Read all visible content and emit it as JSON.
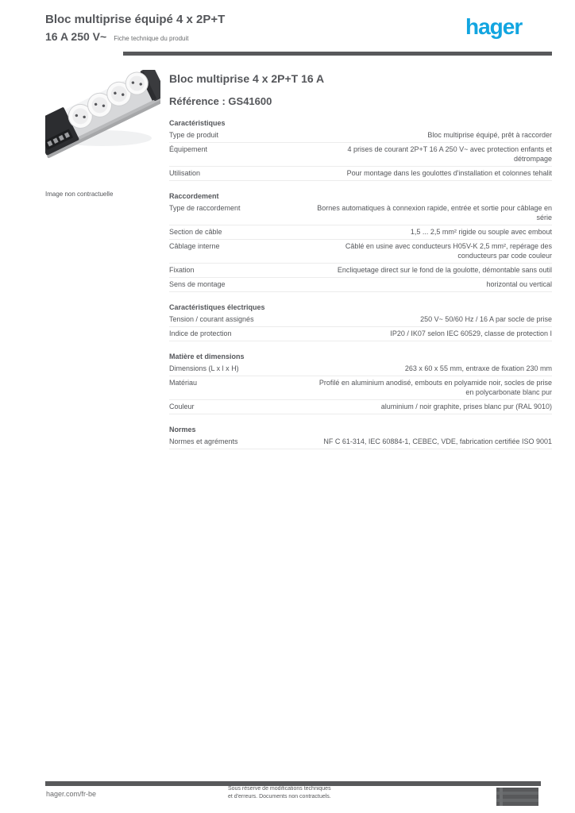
{
  "colors": {
    "brand_blue": "#12a5e0",
    "text_gray": "#54565a",
    "rule_gray": "#58595b"
  },
  "header": {
    "title_line1": "Bloc multiprise équipé 4 x 2P+T",
    "title_line2": "16 A 250 V~",
    "doc_type": "Fiche technique du produit",
    "logo_text": "hager"
  },
  "product_panel": {
    "image_caption": "Image non contractuelle"
  },
  "main": {
    "title": "Bloc multiprise 4 x 2P+T 16 A",
    "reference": "Référence : GS41600",
    "sections": [
      {
        "header": "Caractéristiques",
        "rows": [
          {
            "label": "Type de produit",
            "value": "Bloc multiprise équipé, prêt à raccorder"
          },
          {
            "label": "Équipement",
            "value": "4 prises de courant 2P+T 16 A 250 V~ avec protection enfants et détrompage"
          },
          {
            "label": "Utilisation",
            "value": "Pour montage dans les goulottes d'installation et colonnes tehalit"
          }
        ]
      },
      {
        "header": "Raccordement",
        "rows": [
          {
            "label": "Type de raccordement",
            "value": "Bornes automatiques à connexion rapide, entrée et sortie pour câblage en série"
          },
          {
            "label": "Section de câble",
            "value": "1,5 ... 2,5 mm² rigide ou souple avec embout"
          },
          {
            "label": "Câblage interne",
            "value": "Câblé en usine avec conducteurs H05V-K 2,5 mm², repérage des conducteurs par code couleur"
          },
          {
            "label": "Fixation",
            "value": "Encliquetage direct sur le fond de la goulotte, démontable sans outil"
          },
          {
            "label": "Sens de montage",
            "value": "horizontal ou vertical"
          }
        ]
      },
      {
        "header": "Caractéristiques électriques",
        "rows": [
          {
            "label": "Tension / courant assignés",
            "value": "250 V~ 50/60 Hz / 16 A par socle de prise"
          },
          {
            "label": "Indice de protection",
            "value": "IP20 / IK07 selon IEC 60529, classe de protection I"
          }
        ]
      },
      {
        "header": "Matière et dimensions",
        "rows": [
          {
            "label": "Dimensions (L x l x H)",
            "value": "263 x 60 x 55 mm, entraxe de fixation 230 mm"
          },
          {
            "label": "Matériau",
            "value": "Profilé en aluminium anodisé, embouts en polyamide noir, socles de prise en polycarbonate blanc pur"
          },
          {
            "label": "Couleur",
            "value": "aluminium / noir graphite, prises blanc pur (RAL 9010)"
          }
        ]
      },
      {
        "header": "Normes",
        "rows": [
          {
            "label": "Normes et agréments",
            "value": "NF C 61-314, IEC 60884-1, CEBEC, VDE, fabrication certifiée ISO 9001"
          }
        ]
      }
    ]
  },
  "footer": {
    "website": "hager.com/fr-be",
    "disclaimer_line1": "Sous réserve de modifications techniques",
    "disclaimer_line2": "et d'erreurs. Documents non contractuels."
  }
}
